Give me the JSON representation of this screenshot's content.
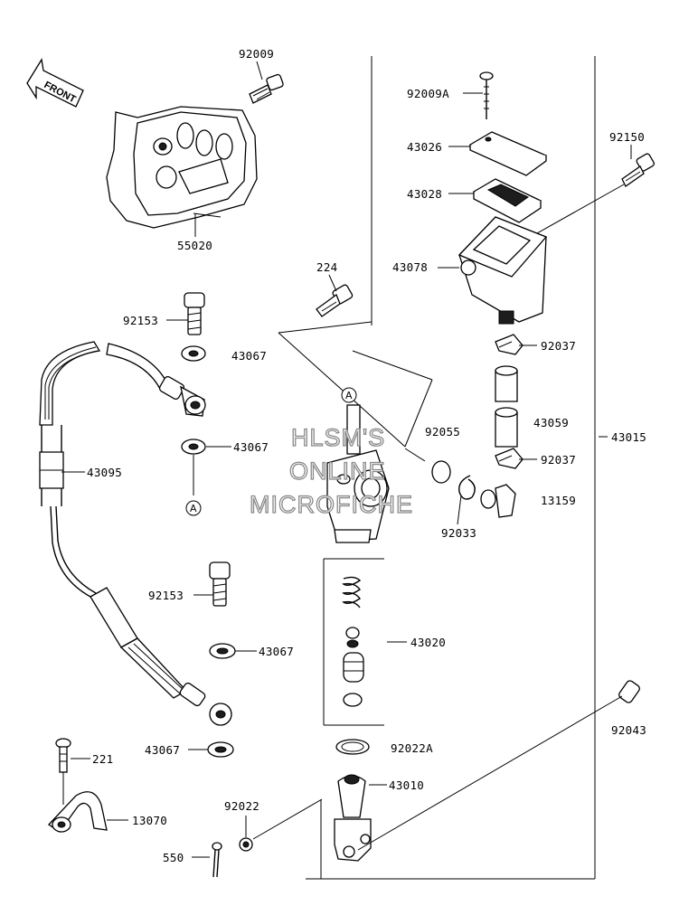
{
  "direction_label": "FRONT",
  "watermark": {
    "line1": "HLSM'S",
    "line2": "ONLINE",
    "line3": "MICROFICHE"
  },
  "callouts": {
    "ref_a_top": "A",
    "ref_a_left": "A"
  },
  "parts": {
    "p92009": "92009",
    "p55020": "55020",
    "p92009A": "92009A",
    "p43026": "43026",
    "p43028": "43028",
    "p92150": "92150",
    "p43078": "43078",
    "p224": "224",
    "p92153_top": "92153",
    "p43067_top": "43067",
    "p92037_top": "92037",
    "p43059": "43059",
    "p43015": "43015",
    "p43067_mid": "43067",
    "p92055": "92055",
    "p92037_bot": "92037",
    "p43095": "43095",
    "p13159": "13159",
    "p92033": "92033",
    "p92153_bot": "92153",
    "p43020": "43020",
    "p43067_low": "43067",
    "p92043": "92043",
    "p221": "221",
    "p43067_bottom": "43067",
    "p92022A": "92022A",
    "p43010": "43010",
    "p92022": "92022",
    "p13070": "13070",
    "p550": "550"
  }
}
